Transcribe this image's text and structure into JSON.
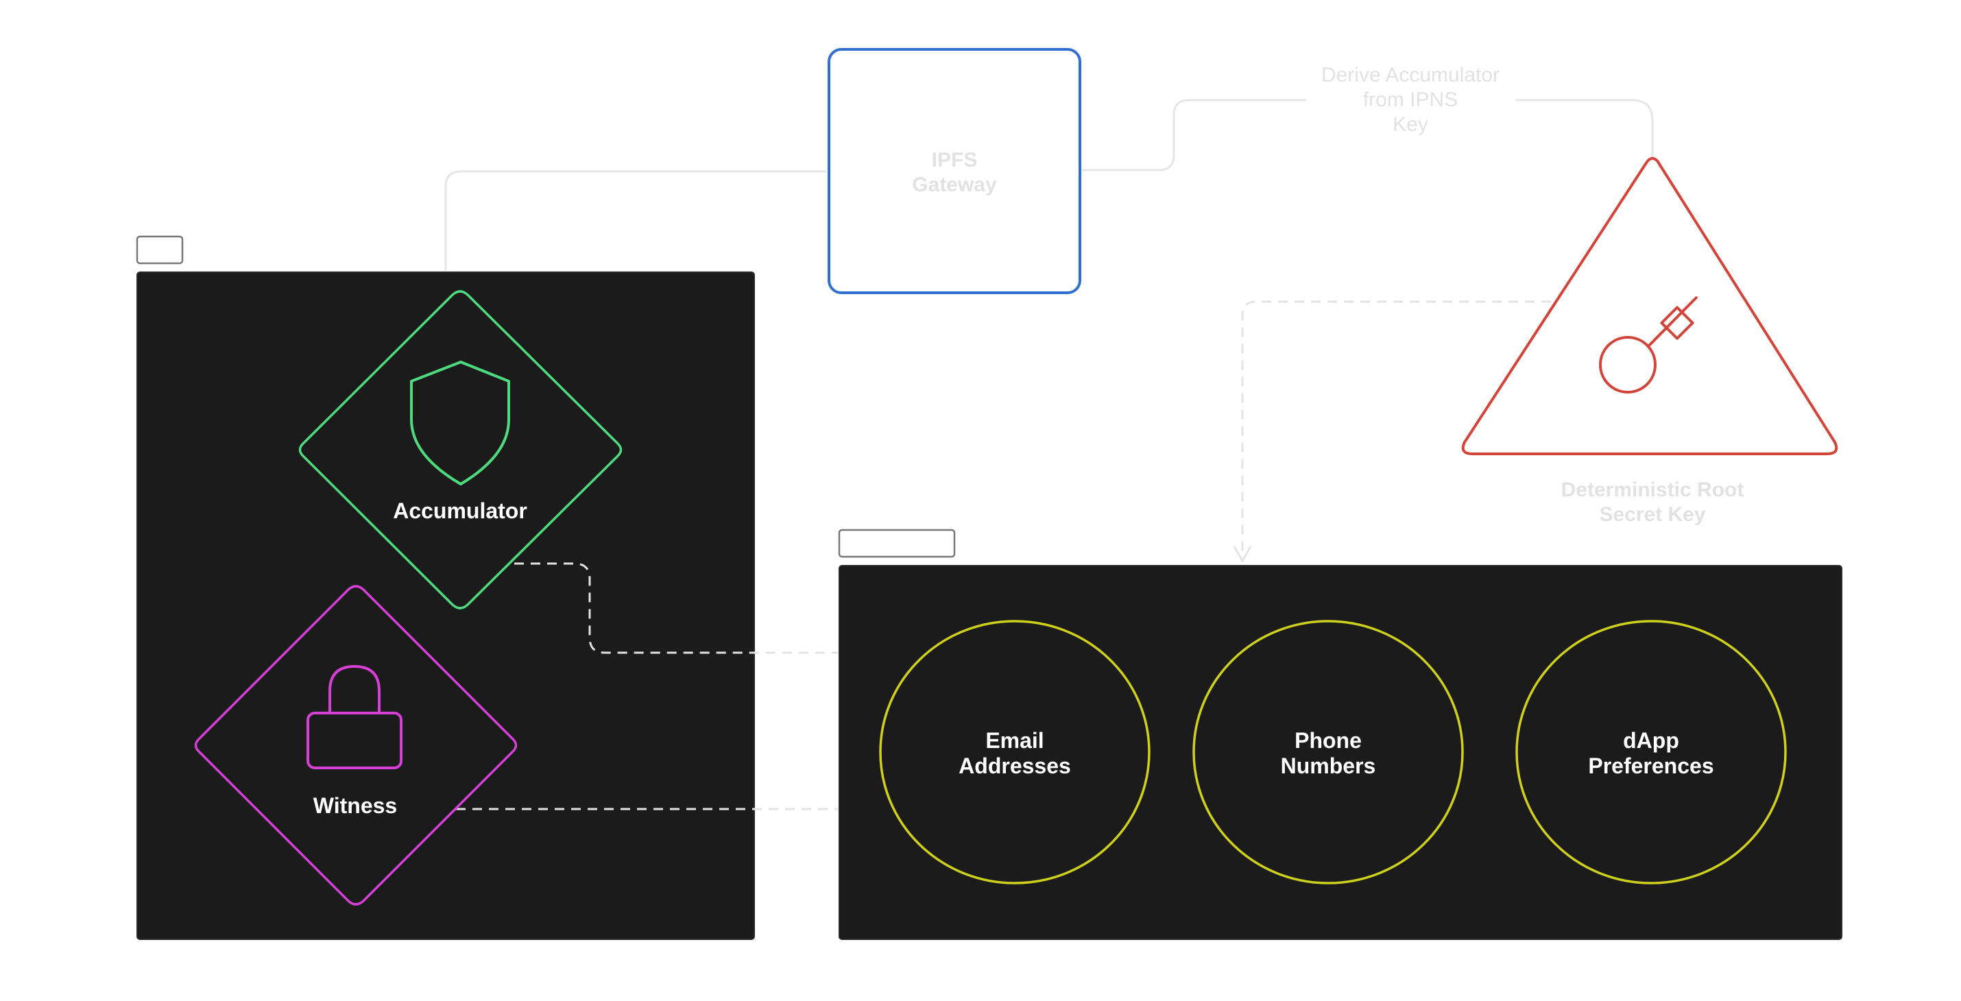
{
  "nodes": {
    "ipfs_gateway": {
      "line1": "IPFS",
      "line2": "Gateway"
    },
    "derive_label": {
      "line1": "Derive Accumulator",
      "line2": "from IPNS",
      "line3": "Key"
    },
    "root_key": {
      "line1": "Deterministic Root",
      "line2": "Secret Key"
    },
    "accumulator": {
      "label": "Accumulator"
    },
    "witness": {
      "label": "Witness"
    },
    "email": {
      "line1": "Email",
      "line2": "Addresses"
    },
    "phone": {
      "line1": "Phone",
      "line2": "Numbers"
    },
    "dapp": {
      "line1": "dApp",
      "line2": "Preferences"
    }
  },
  "frames": {
    "left_frame_label": "",
    "right_frame_label": ""
  },
  "colors": {
    "background": "#ffffff",
    "frame_fill": "#1b1b1b",
    "ipfs_stroke": "#2f6fd0",
    "triangle_stroke": "#d1453b",
    "accumulator_stroke": "#4ddb7e",
    "witness_stroke": "#d63fd6",
    "circle_stroke": "#cfd01c",
    "connector": "#e6e6e6",
    "dashed_connector": "#e4e4e4"
  },
  "icons": {
    "accumulator": "shield-icon",
    "witness": "lock-icon",
    "root_key": "key-icon"
  }
}
